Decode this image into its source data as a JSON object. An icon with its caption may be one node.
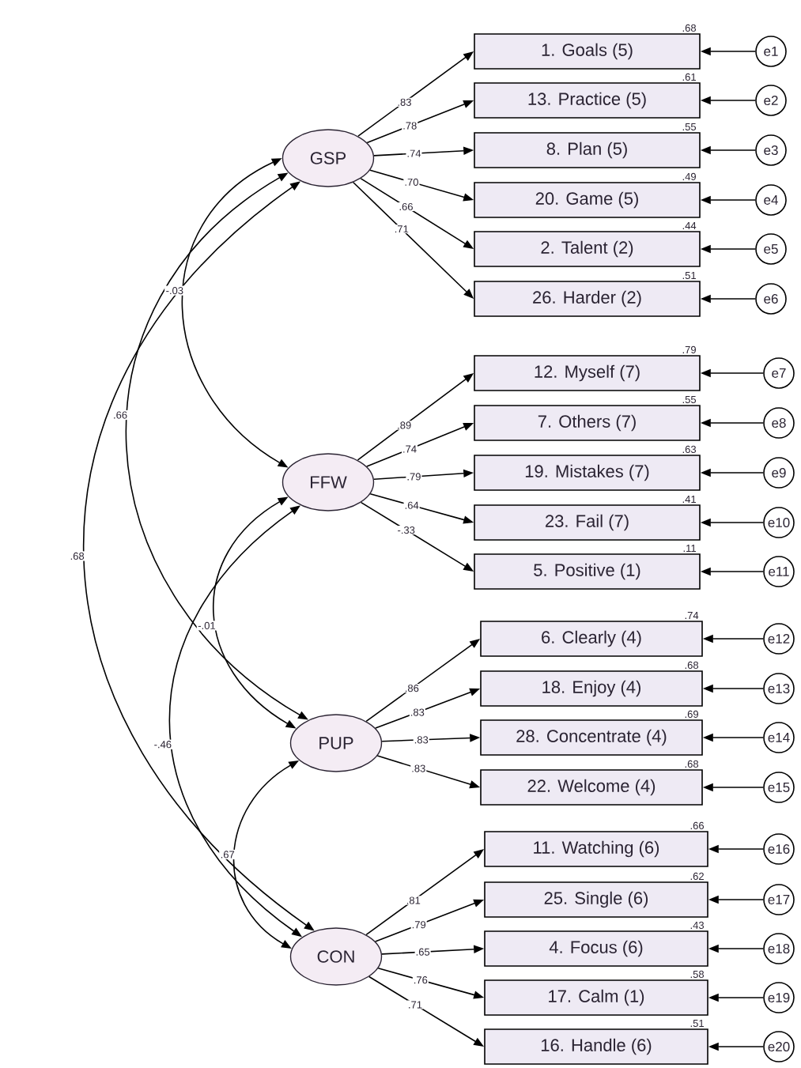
{
  "diagram": {
    "nodes": [
      {
        "text": [
          "GSP"
        ]
      },
      {
        "text": [
          "1. Goals (5)"
        ],
        "beside": [
          ".68"
        ]
      },
      {
        "text": [
          "13. Practice (5)"
        ],
        "beside": [
          ".61"
        ]
      },
      {
        "text": [
          "8. Plan (5)"
        ],
        "beside": [
          ".55"
        ]
      },
      {
        "text": [
          "20. Game (5)"
        ],
        "beside": [
          ".49"
        ]
      },
      {
        "text": [
          "2. Talent (2)"
        ],
        "beside": [
          ".44"
        ]
      },
      {
        "text": [
          "26. Harder (2)"
        ],
        "beside": [
          ".51"
        ]
      },
      {
        "text": [
          "e1"
        ]
      },
      {
        "text": [
          "e2"
        ]
      },
      {
        "text": [
          "e3"
        ]
      },
      {
        "text": [
          "e4"
        ]
      },
      {
        "text": [
          "e5"
        ]
      },
      {
        "text": [
          "e6"
        ]
      },
      {
        "text": [
          "FFW"
        ]
      },
      {
        "text": [
          "12. Myself (7)"
        ],
        "beside": [
          ".79"
        ]
      },
      {
        "text": [
          "7. Others (7)"
        ],
        "beside": [
          ".55"
        ]
      },
      {
        "text": [
          "19. Mistakes (7)"
        ],
        "beside": [
          ".63"
        ]
      },
      {
        "text": [
          "23. Fail (7)"
        ],
        "beside": [
          ".41"
        ]
      },
      {
        "text": [
          "5. Positive (1)"
        ],
        "beside": [
          ".11"
        ]
      },
      {
        "text": [
          "e7"
        ]
      },
      {
        "text": [
          "e8"
        ]
      },
      {
        "text": [
          "e9"
        ]
      },
      {
        "text": [
          "e10"
        ]
      },
      {
        "text": [
          "e11"
        ]
      },
      {
        "text": [
          "PUP"
        ]
      },
      {
        "text": [
          "6. Clearly (4)"
        ],
        "beside": [
          ".74"
        ]
      },
      {
        "text": [
          "18. Enjoy (4)"
        ],
        "beside": [
          ".68"
        ]
      },
      {
        "text": [
          "28. Concentrate (4)"
        ],
        "beside": [
          ".69"
        ]
      },
      {
        "text": [
          "22. Welcome (4)"
        ],
        "beside": [
          ".68"
        ]
      },
      {
        "text": [
          "e12"
        ]
      },
      {
        "text": [
          "e13"
        ]
      },
      {
        "text": [
          "e14"
        ]
      },
      {
        "text": [
          "e15"
        ]
      },
      {
        "text": [
          "CON"
        ]
      },
      {
        "text": [
          "11. Watching (6)"
        ],
        "beside": [
          ".66"
        ]
      },
      {
        "text": [
          "25. Single (6)"
        ],
        "beside": [
          ".62"
        ]
      },
      {
        "text": [
          "4. Focus (6)"
        ],
        "beside": [
          ".43"
        ]
      },
      {
        "text": [
          "17. Calm (1)"
        ],
        "beside": [
          ".58"
        ]
      },
      {
        "text": [
          "16. Handle (6)"
        ],
        "beside": [
          ".51"
        ]
      },
      {
        "text": [
          "e16"
        ]
      },
      {
        "text": [
          "e17"
        ]
      },
      {
        "text": [
          "e18"
        ]
      },
      {
        "text": [
          "e19"
        ]
      },
      {
        "text": [
          "e20"
        ]
      }
    ],
    "edges": [
      {
        "from": 0,
        "to": 1,
        "arrow": "to",
        "label": ".83"
      },
      {
        "from": 0,
        "to": 2,
        "arrow": "to",
        "label": ".78"
      },
      {
        "from": 0,
        "to": 3,
        "arrow": "to",
        "label": ".74"
      },
      {
        "from": 0,
        "to": 4,
        "arrow": "to",
        "label": ".70"
      },
      {
        "from": 0,
        "to": 5,
        "arrow": "to",
        "label": ".66"
      },
      {
        "from": 0,
        "to": 6,
        "arrow": "to",
        "label": ".71"
      },
      {
        "from": 13,
        "to": 14,
        "arrow": "to",
        "label": ".89"
      },
      {
        "from": 13,
        "to": 15,
        "arrow": "to",
        "label": ".74"
      },
      {
        "from": 13,
        "to": 16,
        "arrow": "to",
        "label": ".79"
      },
      {
        "from": 13,
        "to": 17,
        "arrow": "to",
        "label": ".64"
      },
      {
        "from": 13,
        "to": 18,
        "arrow": "to",
        "label": "-.33"
      },
      {
        "from": 24,
        "to": 25,
        "arrow": "to",
        "label": ".86"
      },
      {
        "from": 24,
        "to": 26,
        "arrow": "to",
        "label": ".83"
      },
      {
        "from": 24,
        "to": 27,
        "arrow": "to",
        "label": ".83"
      },
      {
        "from": 24,
        "to": 28,
        "arrow": "to",
        "label": ".83"
      },
      {
        "from": 33,
        "to": 34,
        "arrow": "to",
        "label": ".81"
      },
      {
        "from": 33,
        "to": 35,
        "arrow": "to",
        "label": ".79"
      },
      {
        "from": 33,
        "to": 36,
        "arrow": "to",
        "label": ".65"
      },
      {
        "from": 33,
        "to": 37,
        "arrow": "to",
        "label": ".76"
      },
      {
        "from": 33,
        "to": 38,
        "arrow": "to",
        "label": ".71"
      },
      {
        "from": 7,
        "to": 1,
        "arrow": "to"
      },
      {
        "from": 8,
        "to": 2,
        "arrow": "to"
      },
      {
        "from": 9,
        "to": 3,
        "arrow": "to"
      },
      {
        "from": 10,
        "to": 4,
        "arrow": "to"
      },
      {
        "from": 11,
        "to": 5,
        "arrow": "to"
      },
      {
        "from": 12,
        "to": 6,
        "arrow": "to"
      },
      {
        "from": 19,
        "to": 14,
        "arrow": "to"
      },
      {
        "from": 20,
        "to": 15,
        "arrow": "to"
      },
      {
        "from": 21,
        "to": 16,
        "arrow": "to"
      },
      {
        "from": 22,
        "to": 17,
        "arrow": "to"
      },
      {
        "from": 23,
        "to": 18,
        "arrow": "to"
      },
      {
        "from": 29,
        "to": 25,
        "arrow": "to"
      },
      {
        "from": 30,
        "to": 26,
        "arrow": "to"
      },
      {
        "from": 31,
        "to": 27,
        "arrow": "to"
      },
      {
        "from": 32,
        "to": 28,
        "arrow": "to"
      },
      {
        "from": 39,
        "to": 34,
        "arrow": "to"
      },
      {
        "from": 40,
        "to": 35,
        "arrow": "to"
      },
      {
        "from": 41,
        "to": 36,
        "arrow": "to"
      },
      {
        "from": 42,
        "to": 37,
        "arrow": "to"
      },
      {
        "from": 43,
        "to": 38,
        "arrow": "to"
      },
      {
        "from": 0,
        "to": 13,
        "arrow": "both",
        "label": "-.03"
      },
      {
        "from": 0,
        "to": 24,
        "arrow": "both",
        "label": ".66"
      },
      {
        "from": 0,
        "to": 33,
        "arrow": "both",
        "label": ".68"
      },
      {
        "from": 13,
        "to": 24,
        "arrow": "both",
        "label": "-.01"
      },
      {
        "from": 13,
        "to": 33,
        "arrow": "both",
        "label": "-.46"
      },
      {
        "from": 24,
        "to": 33,
        "arrow": "both",
        "label": ".67"
      }
    ]
  }
}
